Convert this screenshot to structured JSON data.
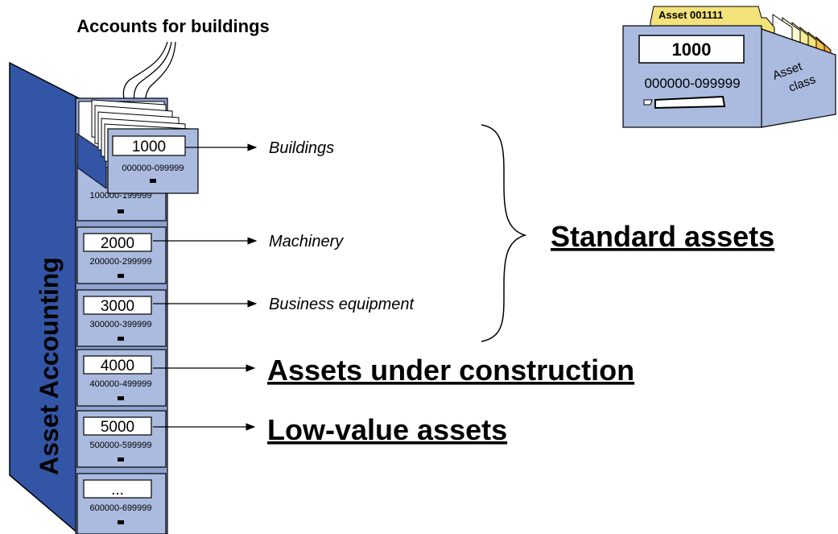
{
  "top_label": "Accounts for buildings",
  "cabinet_label": "Asset Accounting",
  "drawers": [
    {
      "class": "",
      "range": "100000-199999"
    },
    {
      "class": "2000",
      "range": "200000-299999"
    },
    {
      "class": "3000",
      "range": "300000-399999"
    },
    {
      "class": "4000",
      "range": "400000-499999"
    },
    {
      "class": "5000",
      "range": "500000-599999"
    },
    {
      "class": "...",
      "range": "600000-699999"
    }
  ],
  "open_drawer": {
    "class": "1000",
    "range": "000000-099999"
  },
  "targets": {
    "buildings": "Buildings",
    "machinery": "Machinery",
    "business_equipment": "Business equipment",
    "auc": "Assets under construction",
    "lva": "Low-value assets"
  },
  "standard_assets": "Standard assets",
  "card_box": {
    "tab": "Asset 001111",
    "class": "1000",
    "range": "000000-099999",
    "side_line1": "Asset",
    "side_line2": "class"
  },
  "colors": {
    "cabinet_side": "#3355a5",
    "drawer_fill": "#aabbdf",
    "folder_yellow": "#f3e27a",
    "folder_orange": "#f0a040",
    "card_white": "#ffffff"
  }
}
